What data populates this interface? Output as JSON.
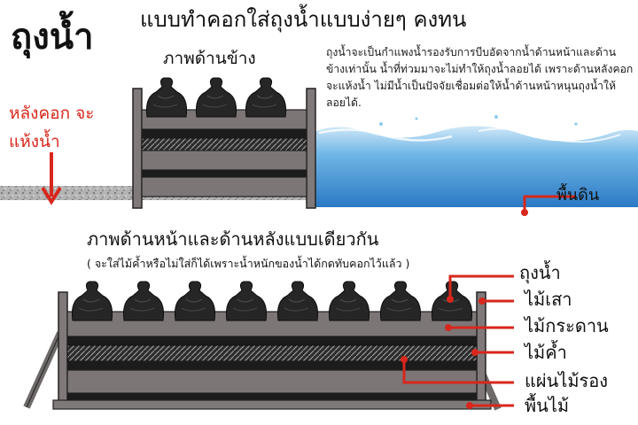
{
  "main_title": "ถุงน้ำ",
  "diagram_title": "แบบทำคอกใส่ถุงน้ำแบบง่ายๆ คงทน",
  "side_view_label": "ภาพด้านข้าง",
  "description": "ถุงน้ำจะเป็นกำแพงน้ำรองรับการบีบอัดจากน้ำด้านหน้าและด้านข้างเท่านั้น น้ำที่ท่วมมาจะไม่ทำให้ถุงน้ำลอยได้ เพราะด้านหลังคอกจะแห้งน้ำ ไม่มีน้ำเป็นปัจจัยเชื่อมต่อให้น้ำด้านหน้าหนุนถุงน้ำให้ลอยได้.",
  "back_dry_label": "หลังคอก จะแห้งน้ำ",
  "ground_label": "พื้นดิน",
  "front_view_label": "ภาพด้านหน้าและด้านหลังแบบเดียวกัน",
  "front_view_note": "( จะใส่ไม้ค้ำหรือไม่ใส่ก็ได้เพราะน้ำหนักของน้ำได้กดทับคอกไว้แล้ว )",
  "parts": {
    "water_bag": "ถุงน้ำ",
    "post": "ไม้เสา",
    "plank": "ไม้กระดาน",
    "brace": "ไม้ค้ำ",
    "backing_board": "แผ่นไม้รอง",
    "floor_board": "พื้นไม้"
  },
  "colors": {
    "accent_red": "#d8271c",
    "board": "#7d7676",
    "post": "#807979",
    "bag": "#222222",
    "water": "#5fa8df",
    "gravel": "#9a9a9a"
  }
}
